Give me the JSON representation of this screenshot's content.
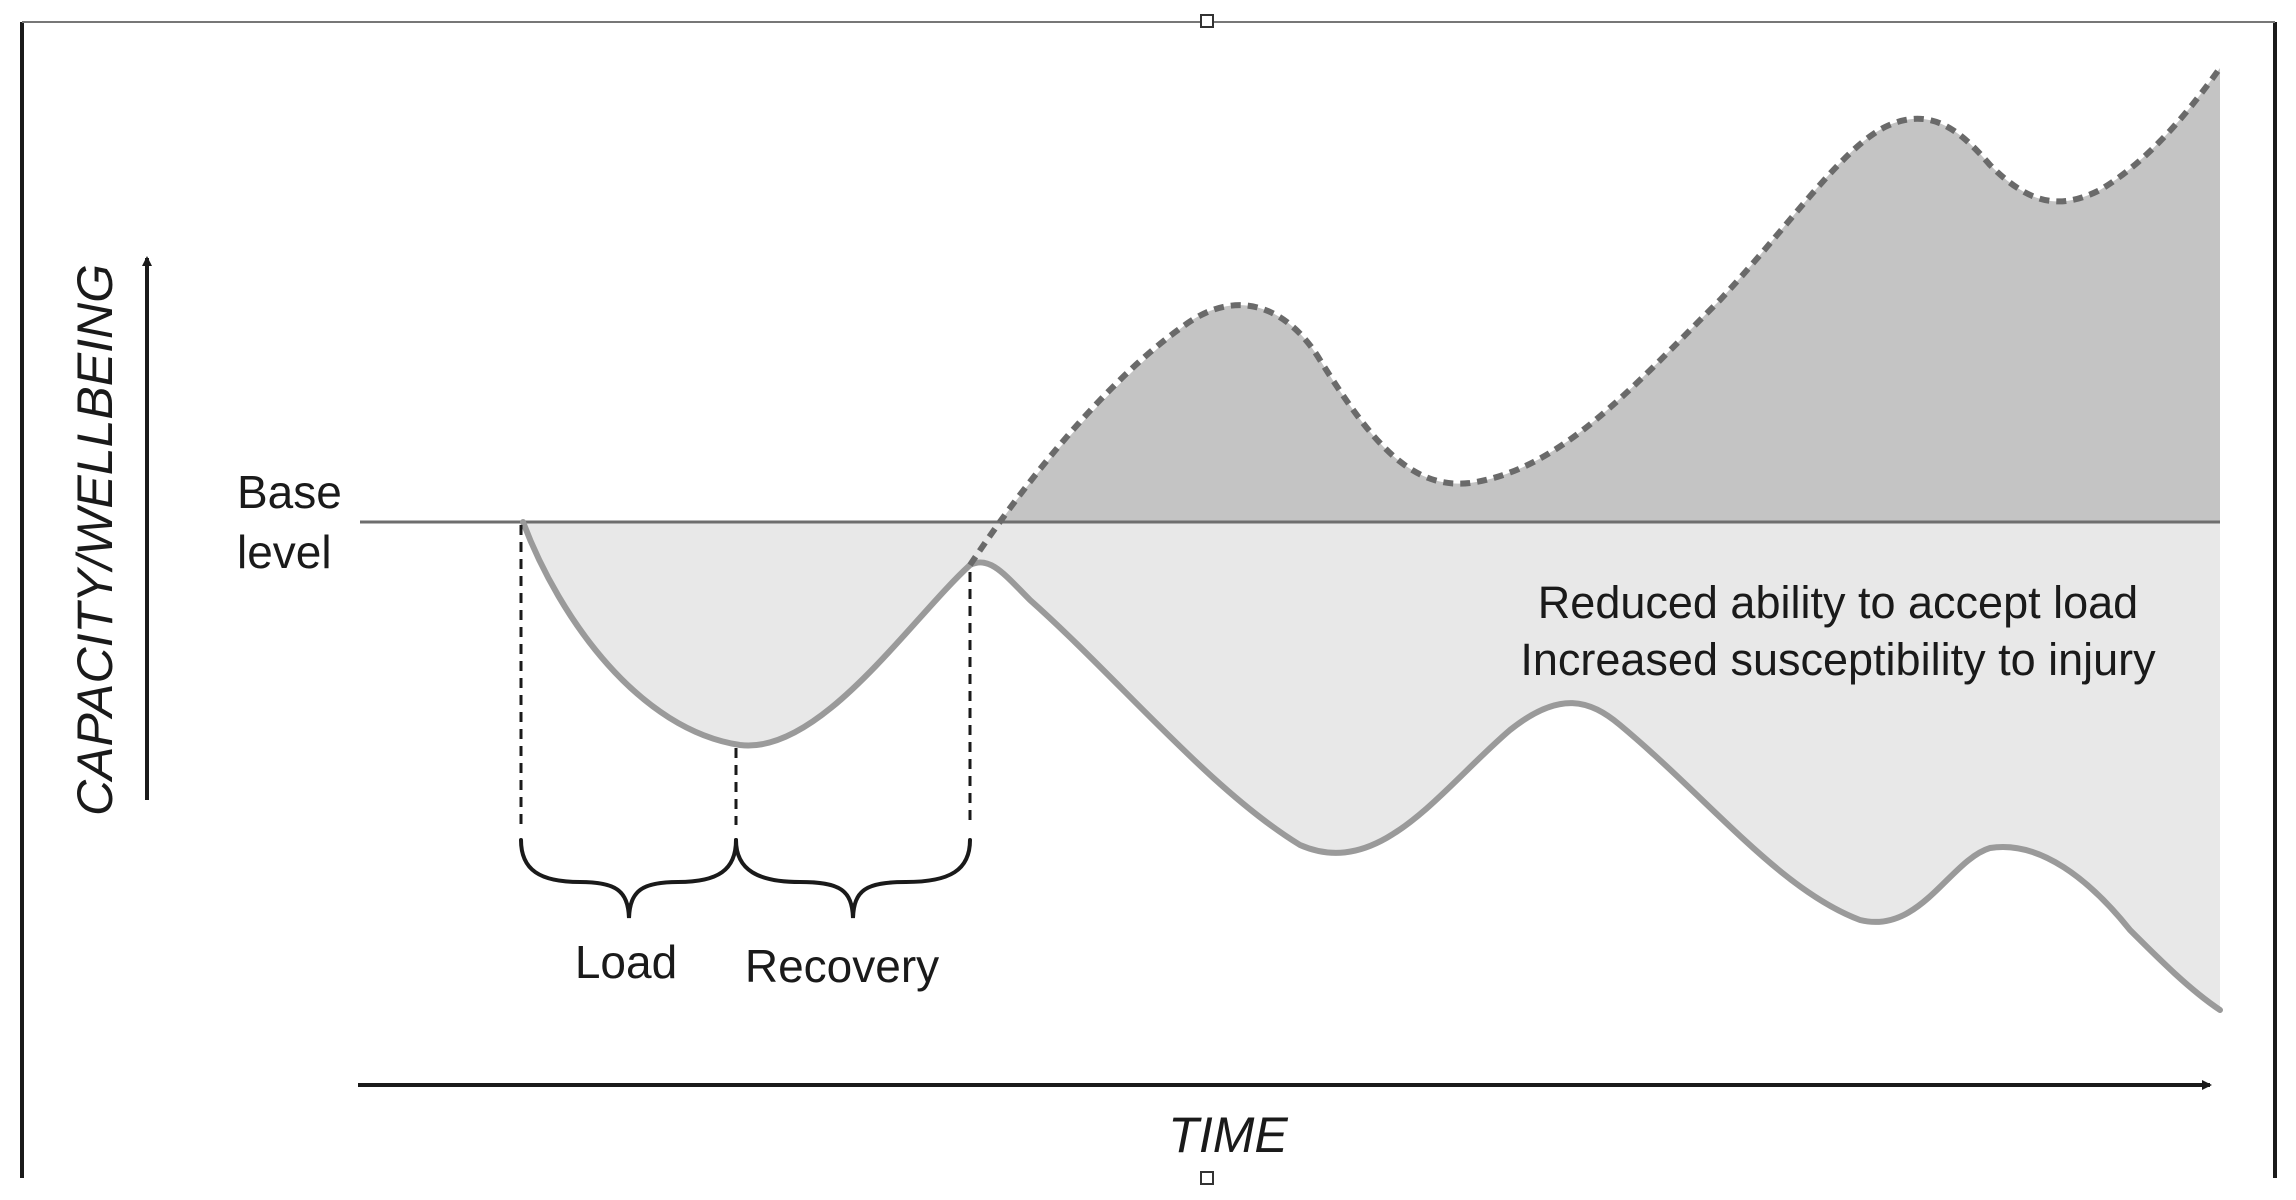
{
  "axes": {
    "y_label": "CAPACITY/WELLBEING",
    "x_label": "TIME"
  },
  "base_level": {
    "line1": "Base",
    "line2": "level"
  },
  "phases": {
    "load": "Load",
    "recovery": "Recovery"
  },
  "annotation": {
    "line1": "Reduced ability to accept load",
    "line2": "Increased susceptibility to injury"
  },
  "colors": {
    "dark_fill": "#c4c4c4",
    "light_fill": "#e8e8e8",
    "curve_stroke": "#9a9a9a",
    "dotted_stroke": "#6a6a6a",
    "ink": "#1a1a1a"
  }
}
